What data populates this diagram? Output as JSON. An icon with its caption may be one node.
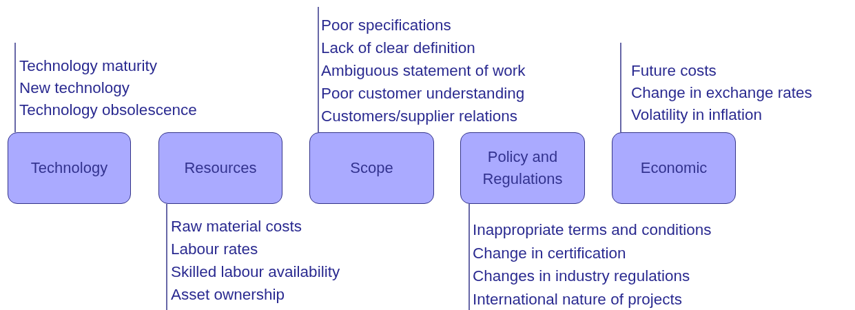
{
  "diagram": {
    "nodes": [
      {
        "text": [
          "Technology"
        ]
      },
      {
        "text": [
          "Resources"
        ]
      },
      {
        "text": [
          "Scope"
        ]
      },
      {
        "text": [
          "Policy and Regulations"
        ]
      },
      {
        "text": [
          "Economic"
        ]
      },
      {
        "text": [
          "Technology maturity",
          "New technology",
          "Technology obsolescence"
        ]
      },
      {
        "text": [
          "Raw material costs",
          "Labour rates",
          "Skilled labour availability",
          "Asset ownership"
        ]
      },
      {
        "text": [
          "Poor specifications",
          "Lack of clear definition",
          "Ambiguous statement of work",
          "Poor customer understanding",
          "Customers/supplier relations"
        ]
      },
      {
        "text": [
          "Inappropriate terms and conditions",
          "Change in certification",
          "Changes in industry regulations",
          "International nature of projects"
        ]
      },
      {
        "text": [
          "Future costs",
          "Change in exchange rates",
          "Volatility in inflation"
        ]
      }
    ],
    "edges": [
      {
        "from": 0,
        "to": 5,
        "arrow": "none"
      },
      {
        "from": 1,
        "to": 6,
        "arrow": "none"
      },
      {
        "from": 2,
        "to": 7,
        "arrow": "none"
      },
      {
        "from": 3,
        "to": 8,
        "arrow": "none"
      },
      {
        "from": 4,
        "to": 9,
        "arrow": "none"
      }
    ]
  }
}
